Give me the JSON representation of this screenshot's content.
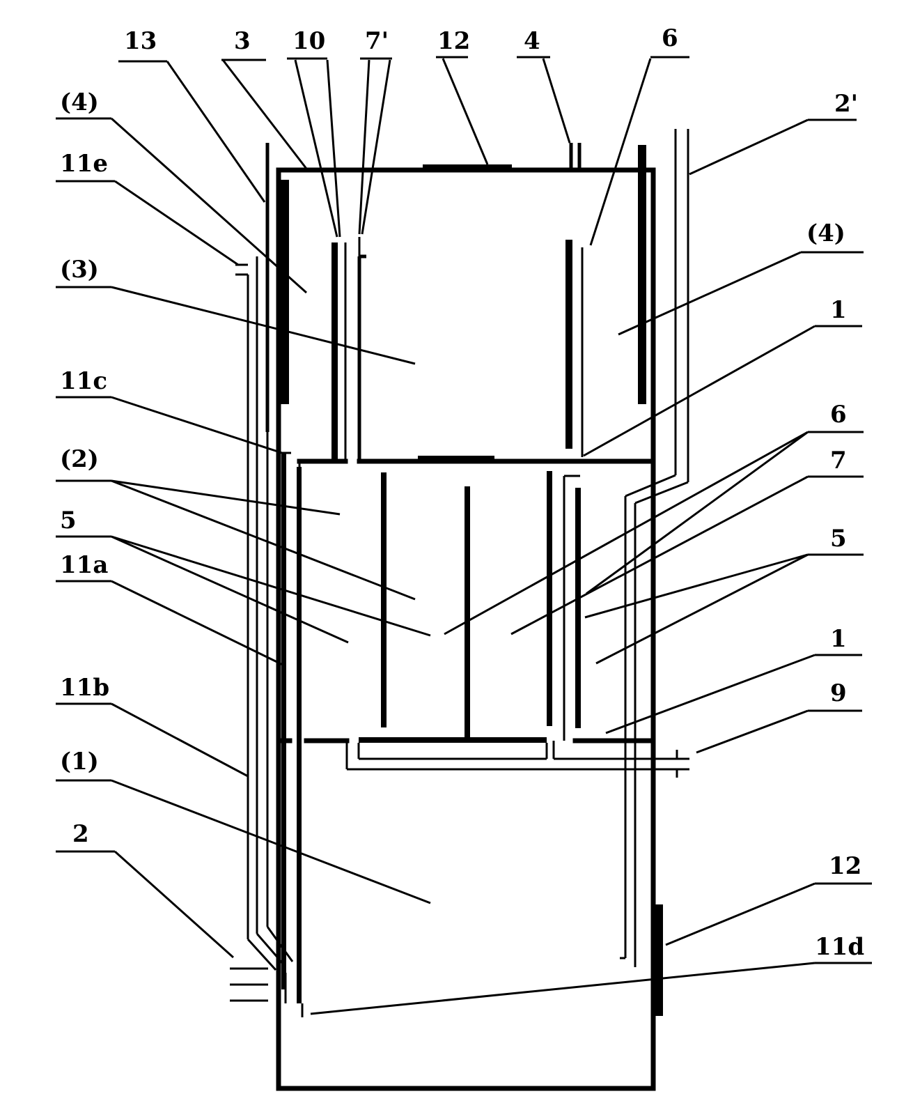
{
  "labels": {
    "l13": "13",
    "l3": "3",
    "l10": "10",
    "l7p": "7'",
    "l12top": "12",
    "l4": "4",
    "l6top": "6",
    "l2p": "2'",
    "lc4left": "(4)",
    "l11e": "11e",
    "lc3": "(3)",
    "lc4right": "(4)",
    "l1top": "1",
    "l11c": "11c",
    "l6mid": "6",
    "lc2": "(2)",
    "l7": "7",
    "l5left": "5",
    "l5right": "5",
    "l11a": "11a",
    "l1bot": "1",
    "l11b": "11b",
    "l9": "9",
    "lc1": "(1)",
    "l2": "2",
    "l12bot": "12",
    "l11d": "11d"
  }
}
